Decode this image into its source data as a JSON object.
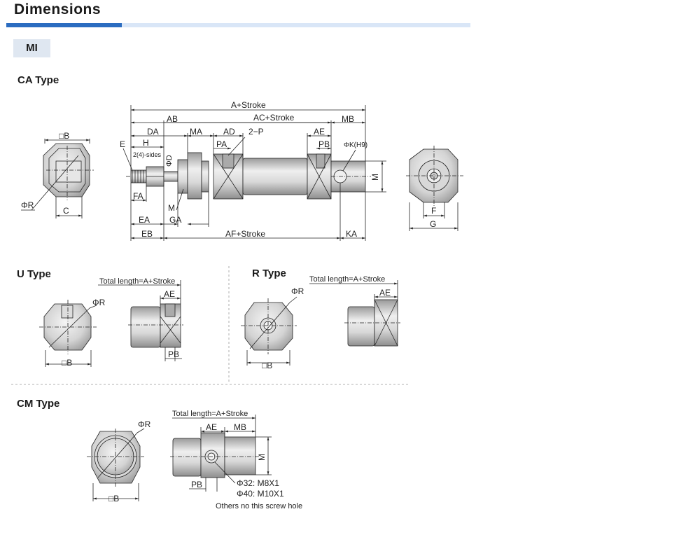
{
  "header": {
    "title": "Dimensions",
    "series": "MI"
  },
  "colors": {
    "accent": "#2b6cc0",
    "bar": "#d9e6f7",
    "tab": "#dfe7f1",
    "metal": "#c8c8c8",
    "line": "#222222"
  },
  "ca": {
    "title": "CA Type",
    "labels": {
      "side_b": "□B",
      "side_c": "C",
      "side_r": "ΦR",
      "a": "A+Stroke",
      "ab": "AB",
      "ac": "AC+Stroke",
      "mb": "MB",
      "da": "DA",
      "ma": "MA",
      "ad": "AD",
      "p": "2−P",
      "ae": "AE",
      "e": "E",
      "h": "H",
      "sides": "2(4)-sides",
      "d": "ΦD",
      "pa": "PA",
      "pb": "PB",
      "k": "ΦK(H9)",
      "m": "M",
      "fa": "FA",
      "m2": "M",
      "ea": "EA",
      "ga": "GA",
      "eb": "EB",
      "af": "AF+Stroke",
      "ka": "KA",
      "f": "F",
      "g": "G"
    }
  },
  "u": {
    "title": "U Type",
    "labels": {
      "r": "ΦR",
      "b": "□B",
      "total": "Total length=A+Stroke",
      "ae": "AE",
      "pb": "PB"
    }
  },
  "r": {
    "title": "R Type",
    "labels": {
      "r": "ΦR",
      "b": "□B",
      "total": "Total length=A+Stroke",
      "ae": "AE"
    }
  },
  "cm": {
    "title": "CM Type",
    "labels": {
      "r": "ΦR",
      "b": "□B",
      "total": "Total length=A+Stroke",
      "ae": "AE",
      "mb": "MB",
      "m": "M",
      "pb": "PB",
      "n32": "Φ32: M8X1",
      "n40": "Φ40: M10X1",
      "others": "Others no this screw hole"
    }
  }
}
